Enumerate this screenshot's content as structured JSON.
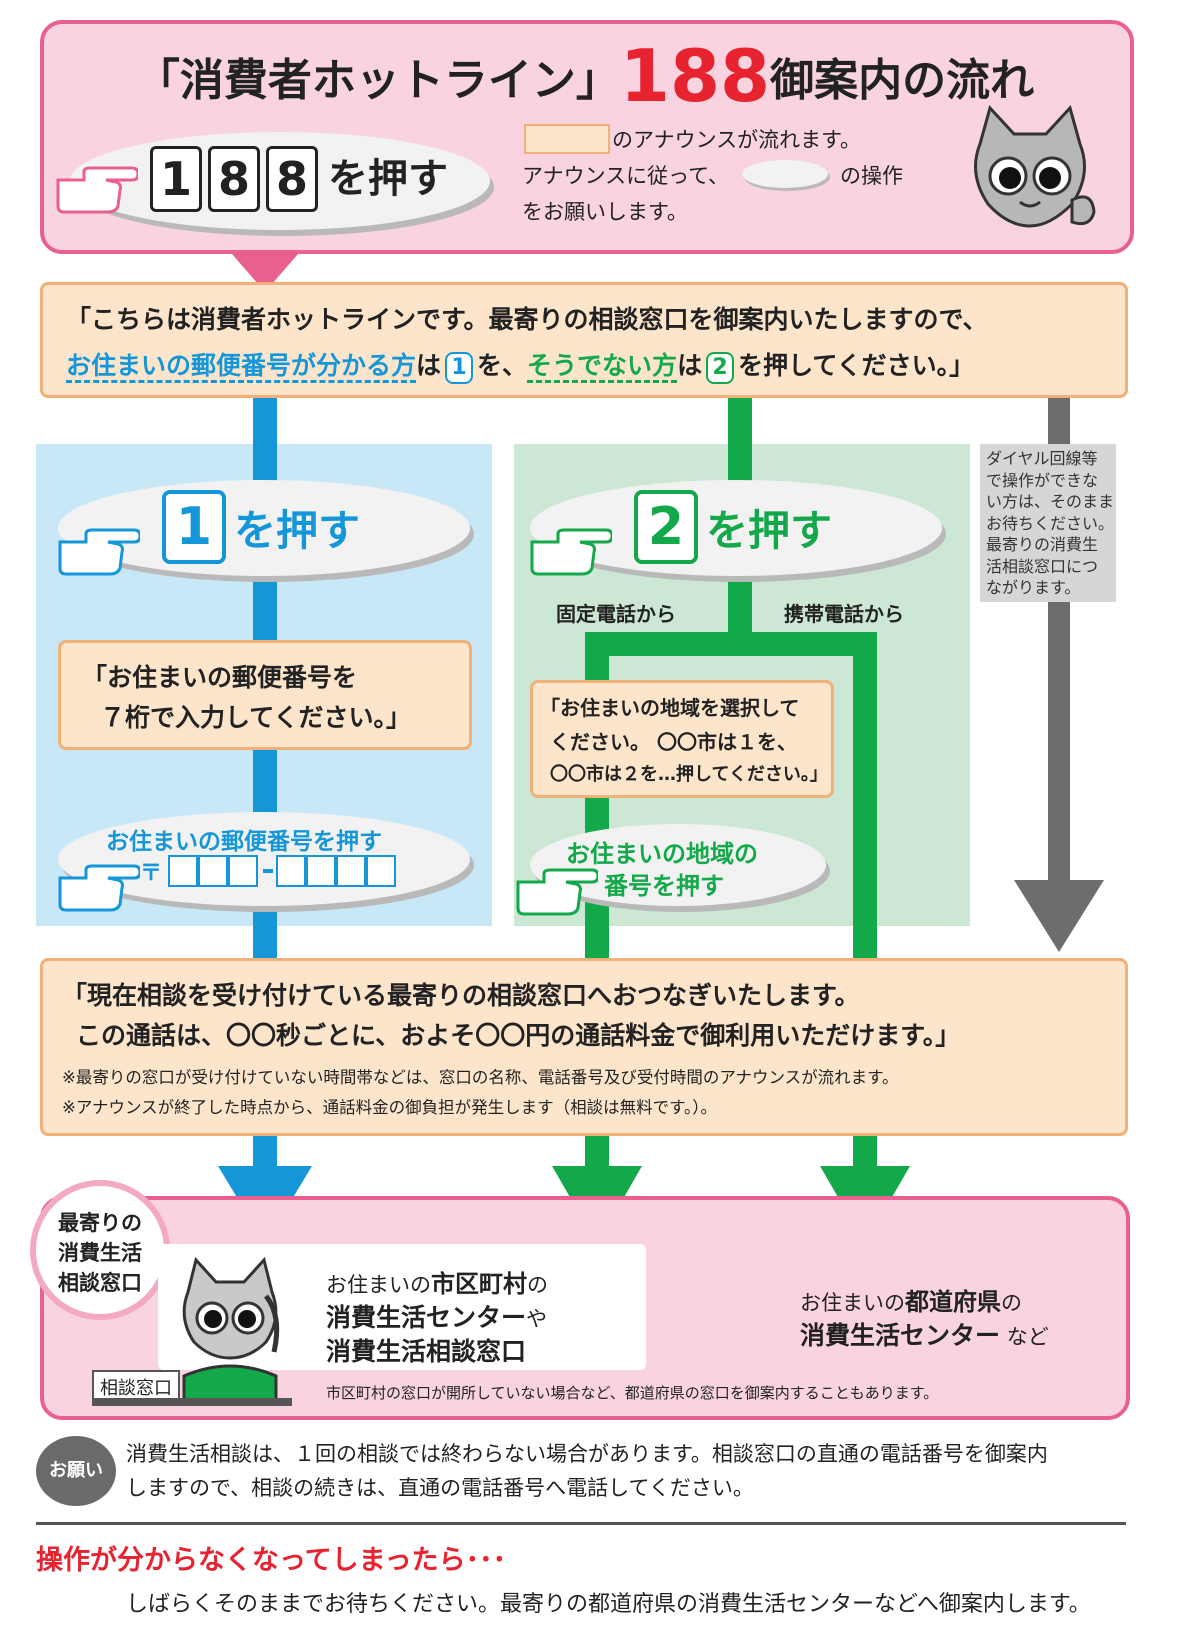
{
  "colors": {
    "pink_bg": "#f9d3e0",
    "pink_border": "#e9608f",
    "peach_bg": "#fde5cc",
    "peach_border": "#f0b078",
    "blue": "#1496d8",
    "green": "#13a84a",
    "gray": "#6d6d6d",
    "red": "#e6232f"
  },
  "header": {
    "title_prefix": "「消費者ホットライン」",
    "title_number": "188",
    "title_suffix": "御案内の流れ",
    "keys": [
      "1",
      "8",
      "8"
    ],
    "press_label": "を押す",
    "legend_line1": "のアナウンスが流れます。",
    "legend_line2a": "アナウンスに従って、",
    "legend_line2b": "の操作",
    "legend_line3": "をお願いします。"
  },
  "announce1": {
    "line1": "「こちらは消費者ホットラインです。最寄りの相談窓口を御案内いたしますので、",
    "blue_text": "お住まいの郵便番号が分かる方",
    "ha1": "は",
    "key1": "1",
    "wo": "を、",
    "green_text": "そうでない方",
    "ha2": "は",
    "key2": "2",
    "tail": "を押してください。」"
  },
  "branch1": {
    "key": "1",
    "press_label": "を押す",
    "instruction_line1": "「お住まいの郵便番号を",
    "instruction_line2": "７桁で入力してください。」",
    "postal_title": "お住まいの郵便番号を押す",
    "postal_mark": "〒"
  },
  "branch2": {
    "key": "2",
    "press_label": "を押す",
    "landline": "固定電話から",
    "mobile": "携帯電話から",
    "instruction_line1": "「お住まいの地域を選択して",
    "instruction_line2": "ください。 〇〇市は１を、",
    "instruction_line3": "〇〇市は２を…押してください。」",
    "area_line1": "お住まいの地域の",
    "area_line2": "番号を押す"
  },
  "dial_note": {
    "lines": [
      "ダイヤル回線等",
      "で操作ができな",
      "い方は、そのまま",
      "お待ちください。",
      "最寄りの消費生",
      "活相談窓口につ",
      "ながります。"
    ]
  },
  "announce2": {
    "line1": "「現在相談を受け付けている最寄りの相談窓口へおつなぎいたします。",
    "line2": "この通話は、〇〇秒ごとに、およそ〇〇円の通話料金で御利用いただけます。」",
    "note1": "※最寄りの窓口が受け付けていない時間帯などは、窓口の名称、電話番号及び受付時間のアナウンスが流れます。",
    "note2": "※アナウンスが終了した時点から、通話料金の御負担が発生します（相談は無料です。）。"
  },
  "destination": {
    "badge_lines": [
      "最寄りの",
      "消費生活",
      "相談窓口"
    ],
    "desk_label": "相談窓口",
    "local_a": "お住まいの",
    "local_b": "市区町村",
    "local_c": "の",
    "local_line2a": "消費生活センター",
    "local_line2b": "や",
    "local_line3": "消費生活相談窓口",
    "pref_a": "お住まいの",
    "pref_b": "都道府県",
    "pref_c": "の",
    "pref_line2a": "消費生活センター",
    "pref_line2b": " など",
    "footnote": "市区町村の窓口が開所していない場合など、都道府県の窓口を御案内することもあります。"
  },
  "request": {
    "badge": "お願い",
    "line1": "消費生活相談は、１回の相談では終わらない場合があります。相談窓口の直通の電話番号を御案内",
    "line2": "しますので、相談の続きは、直通の電話番号へ電話してください。"
  },
  "help": {
    "title": "操作が分からなくなってしまったら･･･",
    "body": "しばらくそのままでお待ちください。最寄りの都道府県の消費生活センターなどへ御案内します。"
  }
}
